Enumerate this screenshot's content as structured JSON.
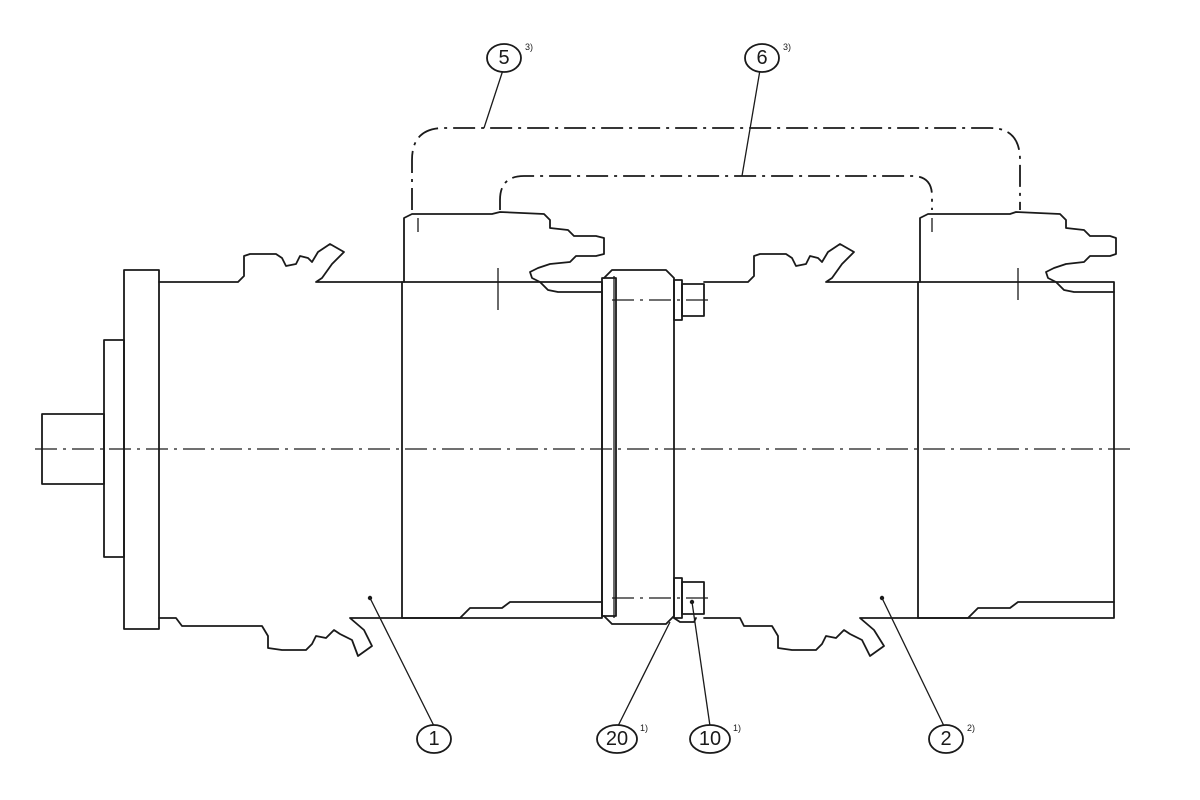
{
  "callouts": [
    {
      "id": "1",
      "label": "1",
      "sup": ""
    },
    {
      "id": "20",
      "label": "20",
      "sup": "1)"
    },
    {
      "id": "10",
      "label": "10",
      "sup": "1)"
    },
    {
      "id": "2",
      "label": "2",
      "sup": "2)"
    },
    {
      "id": "5",
      "label": "5",
      "sup": "3)"
    },
    {
      "id": "6",
      "label": "6",
      "sup": "3)"
    }
  ],
  "colors": {
    "line": "#1a1a1a",
    "background": "#ffffff"
  }
}
